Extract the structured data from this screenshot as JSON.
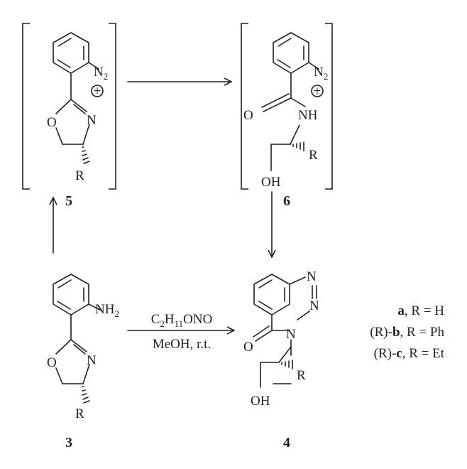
{
  "compounds": {
    "c5": {
      "number": "5",
      "n2": "N",
      "n2_sub": "2",
      "charge": "+",
      "o": "O",
      "n": "N",
      "r": "R"
    },
    "c6": {
      "number": "6",
      "n2": "N",
      "n2_sub": "2",
      "charge": "+",
      "o": "O",
      "nh": "NH",
      "r": "R",
      "oh": "OH"
    },
    "c3": {
      "number": "3",
      "nh2": "NH",
      "nh2_sub": "2",
      "o": "O",
      "n": "N",
      "r": "R"
    },
    "c4": {
      "number": "4",
      "n1": "N",
      "n2": "N",
      "n3": "N",
      "o": "O",
      "r": "R",
      "oh": "OH"
    }
  },
  "reaction": {
    "reagent_a": "C",
    "reagent_a_sub": "2",
    "reagent_b": "H",
    "reagent_b_sub": "11",
    "reagent_c": "ONO",
    "conditions": "MeOH, r.t."
  },
  "legend": [
    {
      "prefix": "",
      "letter": "a",
      "rest": ", R = H"
    },
    {
      "prefix": "(R)-",
      "letter": "b",
      "rest": ", R = Ph"
    },
    {
      "prefix": "(R)-",
      "letter": "c",
      "rest": ", R = Et"
    }
  ]
}
